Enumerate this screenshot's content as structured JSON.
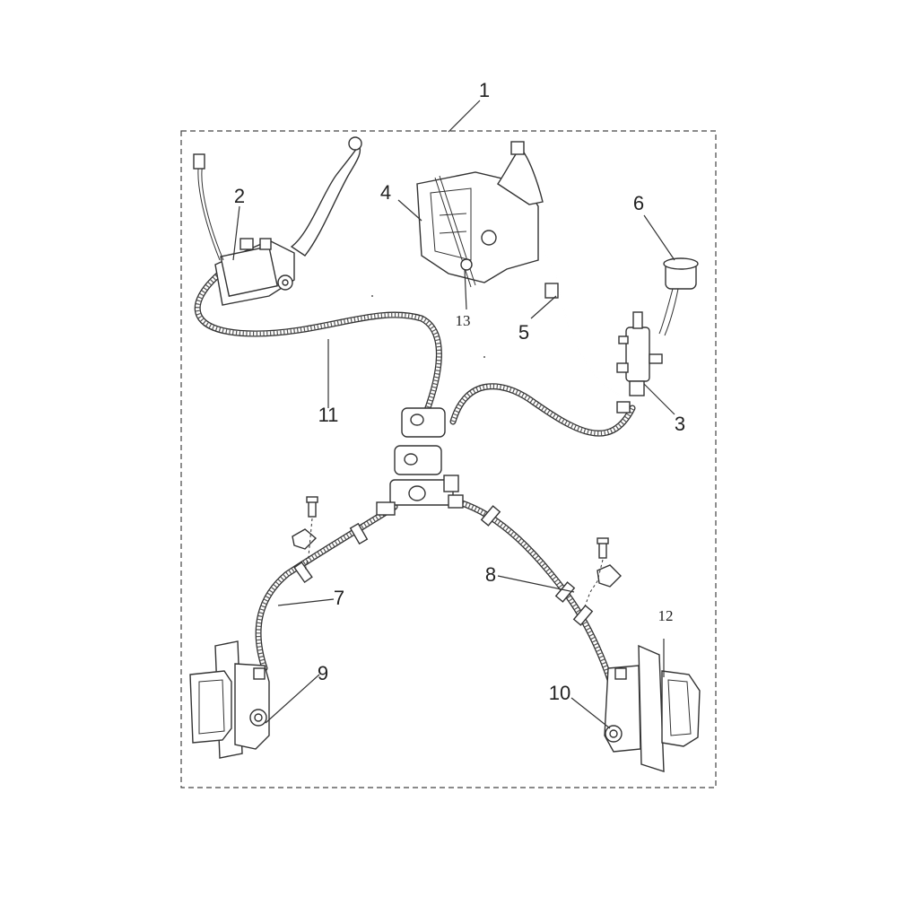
{
  "callouts": [
    {
      "id": "1",
      "text": "1"
    },
    {
      "id": "2",
      "text": "2"
    },
    {
      "id": "3",
      "text": "3"
    },
    {
      "id": "4",
      "text": "4"
    },
    {
      "id": "5",
      "text": "5"
    },
    {
      "id": "6",
      "text": "6"
    },
    {
      "id": "7",
      "text": "7"
    },
    {
      "id": "8",
      "text": "8"
    },
    {
      "id": "9",
      "text": "9"
    },
    {
      "id": "10",
      "text": "10"
    },
    {
      "id": "11",
      "text": "11"
    },
    {
      "id": "12",
      "text": "12"
    },
    {
      "id": "13",
      "text": "13"
    }
  ],
  "colors": {
    "line": "#333333",
    "background": "#ffffff"
  }
}
